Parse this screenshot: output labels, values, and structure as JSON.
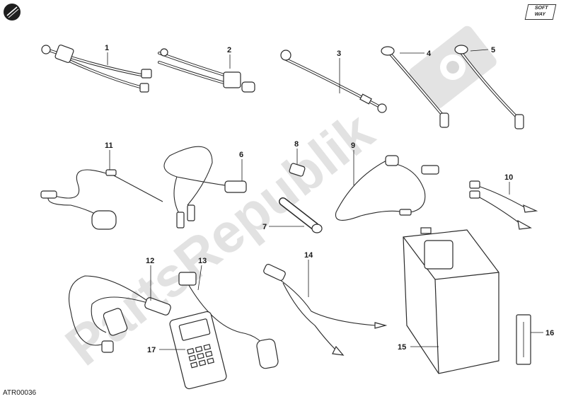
{
  "diagram": {
    "drawing_code": "ATR00036",
    "brand_logo_text": [
      "SOFT",
      "WAY"
    ],
    "watermark_text": "PartsRepublik",
    "callouts": [
      "1",
      "2",
      "3",
      "4",
      "5",
      "6",
      "7",
      "8",
      "9",
      "10",
      "11",
      "12",
      "13",
      "14",
      "15",
      "16",
      "17"
    ]
  }
}
